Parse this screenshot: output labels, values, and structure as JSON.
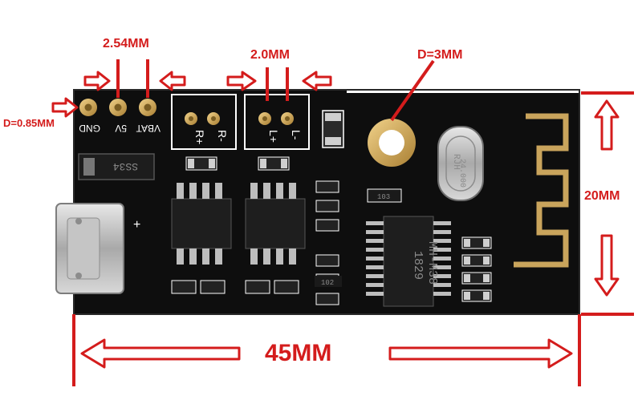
{
  "dimensions": {
    "pin_pitch_power": "2.54MM",
    "pin_pitch_audio": "2.0MM",
    "hole_diameter": "D=3MM",
    "pin_diameter": "D=0.85MM",
    "board_height": "20MM",
    "board_length": "45MM"
  },
  "silkscreen": {
    "power_pins": [
      "GND",
      "5V",
      "VBAT"
    ],
    "right_channel": [
      "R+",
      "R-"
    ],
    "left_channel": [
      "L+",
      "L-"
    ],
    "diode": "SS34",
    "crystal": [
      "RJH",
      "24.000"
    ],
    "main_chip": [
      "MH-M38",
      "1829"
    ],
    "resistor_a": "103",
    "resistor_b": "102",
    "plus_mark": "+"
  },
  "colors": {
    "annotation": "#d41c1c",
    "pcb": "#101010",
    "copper": "#c9a45c",
    "silk": "#ffffff"
  }
}
